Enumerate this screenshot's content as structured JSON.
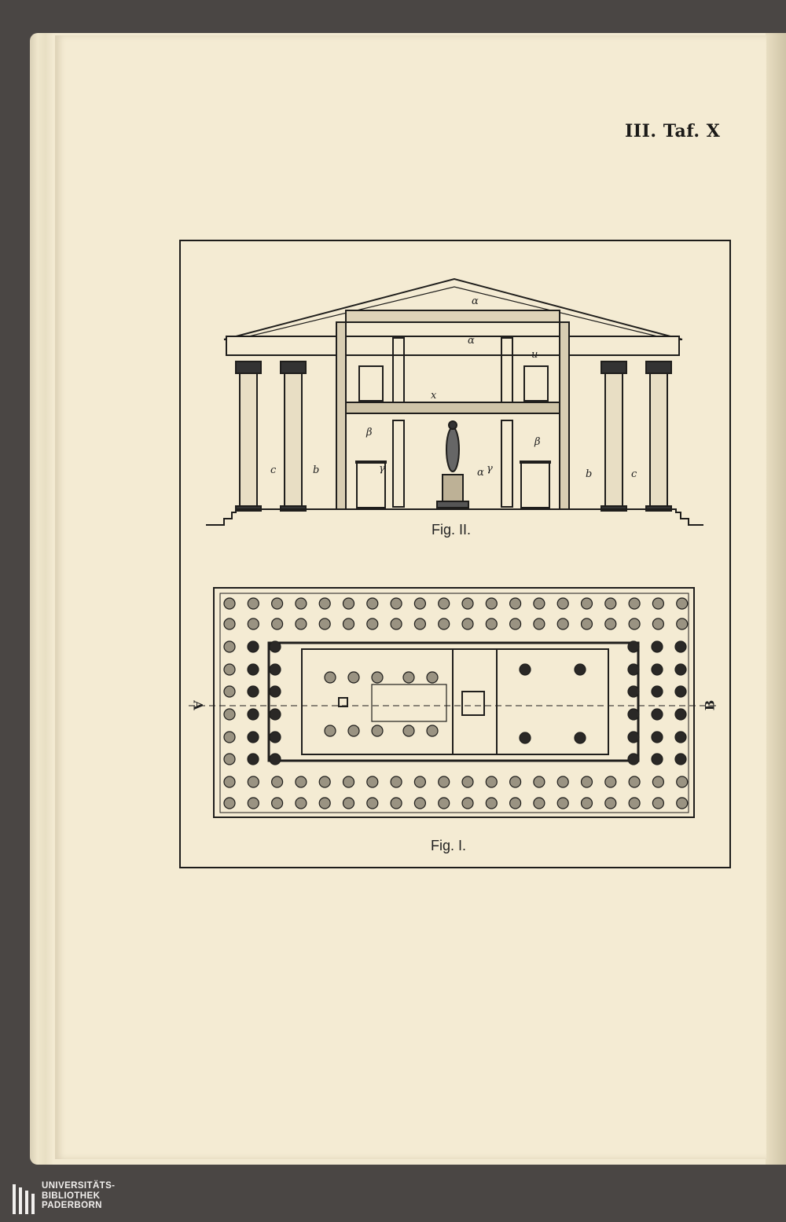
{
  "running_head": "III. Taf. X",
  "figures": {
    "fig2_caption": "Fig. II.",
    "fig1_caption": "Fig. I.",
    "section_start": "A",
    "section_end": "B"
  },
  "library": {
    "line1": "UNIVERSITÄTS-",
    "line2": "BIBLIOTHEK",
    "line3": "PADERBORN"
  }
}
